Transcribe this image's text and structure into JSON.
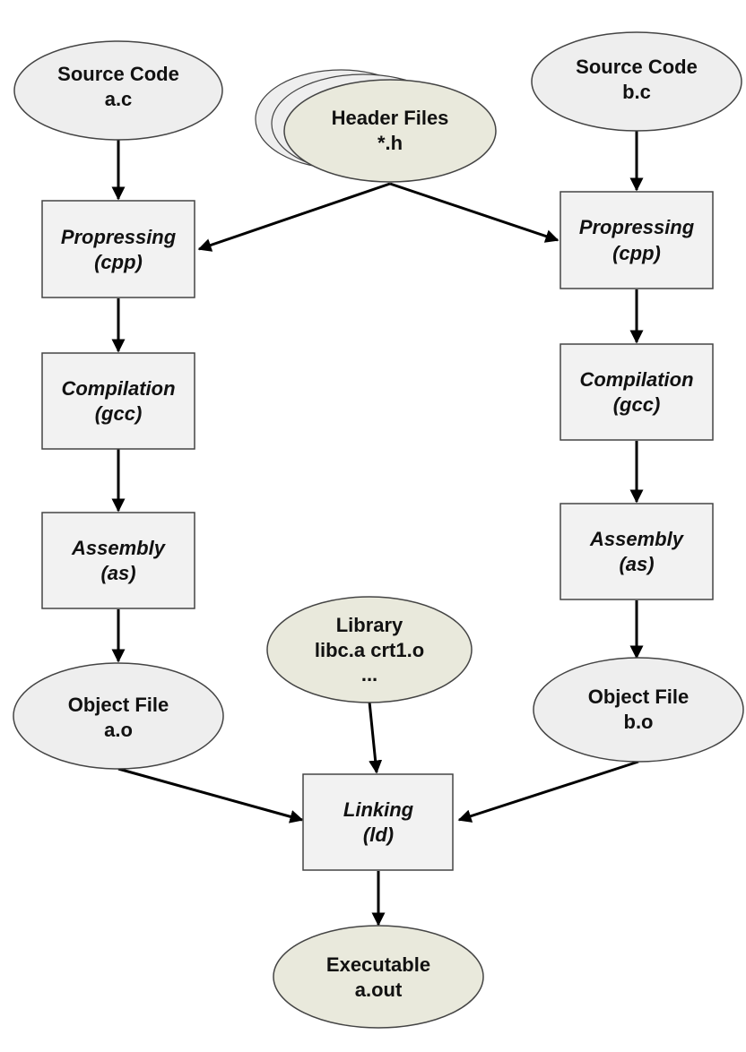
{
  "nodes": {
    "source_a": {
      "line1": "Source Code",
      "line2": "a.c"
    },
    "source_b": {
      "line1": "Source Code",
      "line2": "b.c"
    },
    "headers": {
      "line1": "Header Files",
      "line2": "*.h"
    },
    "prep_a": {
      "line1": "Propressing",
      "line2": "(cpp)"
    },
    "prep_b": {
      "line1": "Propressing",
      "line2": "(cpp)"
    },
    "comp_a": {
      "line1": "Compilation",
      "line2": "(gcc)"
    },
    "comp_b": {
      "line1": "Compilation",
      "line2": "(gcc)"
    },
    "asm_a": {
      "line1": "Assembly",
      "line2": "(as)"
    },
    "asm_b": {
      "line1": "Assembly",
      "line2": "(as)"
    },
    "obj_a": {
      "line1": "Object File",
      "line2": "a.o"
    },
    "obj_b": {
      "line1": "Object File",
      "line2": "b.o"
    },
    "library": {
      "line1": "Library",
      "line2": "libc.a crt1.o",
      "line3": "..."
    },
    "linking": {
      "line1": "Linking",
      "line2": "(ld)"
    },
    "executable": {
      "line1": "Executable",
      "line2": "a.out"
    }
  }
}
